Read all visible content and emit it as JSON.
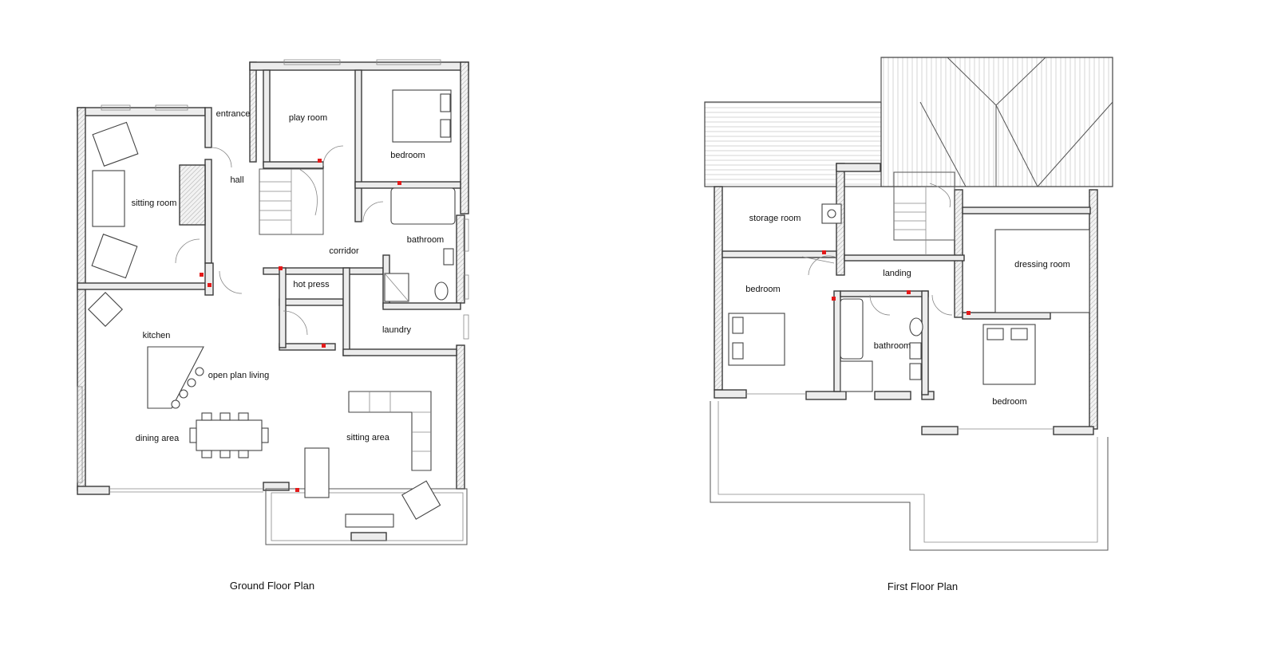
{
  "ground_floor": {
    "caption": "Ground Floor Plan",
    "rooms": {
      "entrance": "entrance",
      "play_room": "play room",
      "bedroom": "bedroom",
      "sitting_room": "sitting room",
      "hall": "hall",
      "corridor": "corridor",
      "bathroom": "bathroom",
      "hot_press": "hot press",
      "laundry": "laundry",
      "kitchen": "kitchen",
      "open_plan_living": "open plan living",
      "dining_area": "dining area",
      "sitting_area": "sitting area"
    }
  },
  "first_floor": {
    "caption": "First Floor Plan",
    "rooms": {
      "storage_room": "storage room",
      "landing": "landing",
      "dressing_room": "dressing room",
      "bedroom_left": "bedroom",
      "bathroom": "bathroom",
      "bedroom_right": "bedroom"
    }
  },
  "colors": {
    "socket": "#e41a1a",
    "wall_line": "#3a3a3a"
  }
}
